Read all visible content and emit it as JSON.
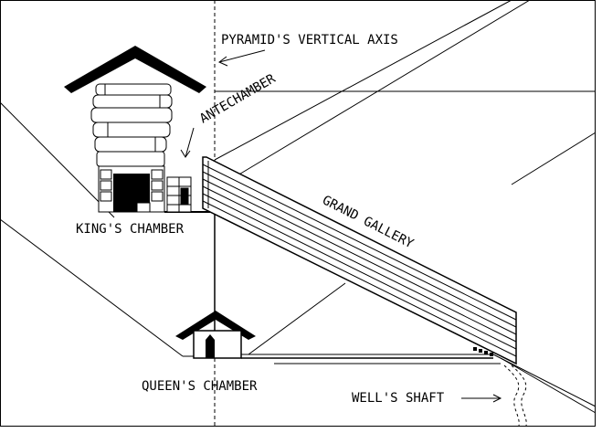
{
  "labels": {
    "vertical_axis": "PYRAMID'S VERTICAL AXIS",
    "antechamber": "ANTECHAMBER",
    "grand_gallery": "GRAND GALLERY",
    "kings_chamber": "KING'S CHAMBER",
    "queens_chamber": "QUEEN'S CHAMBER",
    "wells_shaft": "WELL'S SHAFT"
  },
  "colors": {
    "ink": "#000000",
    "background": "#ffffff"
  }
}
